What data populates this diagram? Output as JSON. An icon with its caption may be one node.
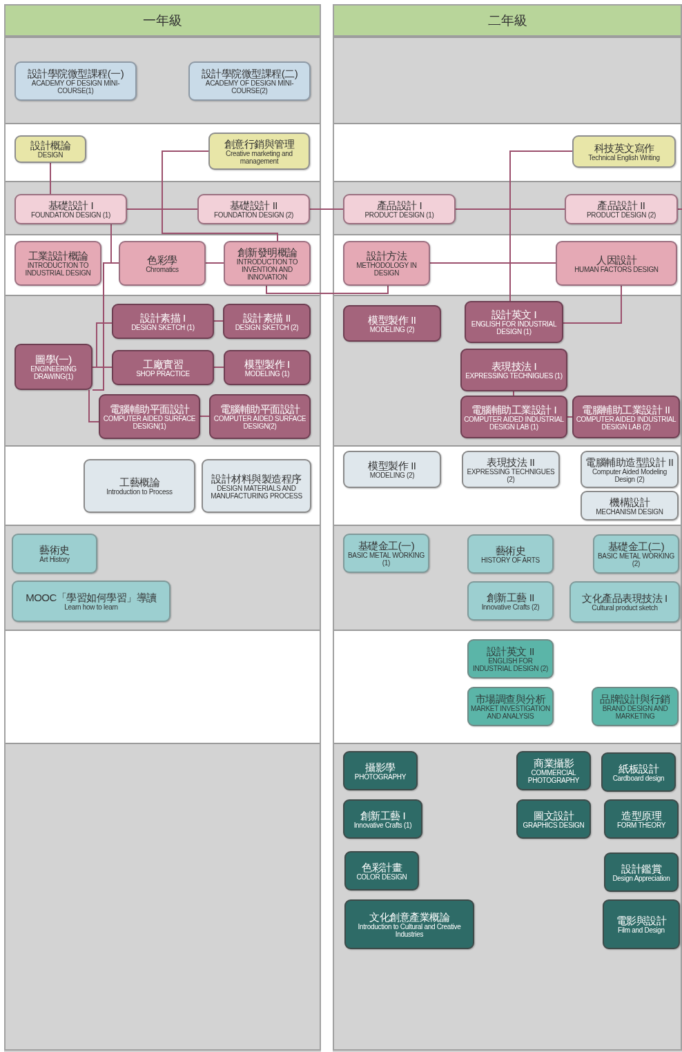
{
  "diagram": {
    "nodes": [
      {
        "text": [
          "一年級"
        ]
      },
      {
        "text": [
          "二年級"
        ]
      },
      {
        "text": [
          "設計學院微型課程(一)",
          "ACADEMY OF DESIGN MINI-COURSE(1)"
        ]
      },
      {
        "text": [
          "設計學院微型課程(二)",
          "ACADEMY OF DESIGN MINI-COURSE(2)"
        ]
      },
      {
        "text": [
          "設計概論",
          "DESIGN"
        ]
      },
      {
        "text": [
          "創意行銷與管理",
          "Creative marketing and management"
        ]
      },
      {
        "text": [
          "科技英文寫作",
          "Technical English Writing"
        ]
      },
      {
        "text": [
          "基礎設計 I",
          "FOUNDATION DESIGN (1)"
        ]
      },
      {
        "text": [
          "基礎設計 II",
          "FOUNDATION DESIGN (2)"
        ]
      },
      {
        "text": [
          "產品設計 I",
          "PRODUCT DESIGN (1)"
        ]
      },
      {
        "text": [
          "產品設計 II",
          "PRODUCT DESIGN (2)"
        ]
      },
      {
        "text": [
          "工業設計概論",
          "INTRODUCTION TO INDUSTRIAL DESIGN"
        ]
      },
      {
        "text": [
          "色彩學",
          "Chromatics"
        ]
      },
      {
        "text": [
          "創新發明概論",
          "INTRODUCTION TO INVENTION AND INNOVATION"
        ]
      },
      {
        "text": [
          "設計方法",
          "METHODOLOGY IN DESIGN"
        ]
      },
      {
        "text": [
          "人因設計",
          "HUMAN FACTORS DESIGN"
        ]
      },
      {
        "text": [
          "設計素描 I",
          "DESIGN SKETCH (1)"
        ]
      },
      {
        "text": [
          "設計素描 II",
          "DESIGN SKETCH (2)"
        ]
      },
      {
        "text": [
          "圖學(一)",
          "ENGINEERING DRAWING(1)"
        ]
      },
      {
        "text": [
          "工廠實習",
          "SHOP PRACTICE"
        ]
      },
      {
        "text": [
          "模型製作 I",
          "MODELING (1)"
        ]
      },
      {
        "text": [
          "電腦輔助平面設計",
          "COMPUTER AIDED SURFACE DESIGN(1)"
        ]
      },
      {
        "text": [
          "電腦輔助平面設計",
          "COMPUTER AIDED SURFACE DESIGN(2)"
        ]
      },
      {
        "text": [
          "模型製作 II",
          "MODELING (2)"
        ]
      },
      {
        "text": [
          "設計英文 I",
          "ENGLISH FOR INDUSTRIAL DESIGN (1)"
        ]
      },
      {
        "text": [
          "表現技法 I",
          "EXPRESSING TECHNIGUES (1)"
        ]
      },
      {
        "text": [
          "電腦輔助工業設計 I",
          "COMPUTER AIDED INDUSTRIAL DESIGN LAB (1)"
        ]
      },
      {
        "text": [
          "電腦輔助工業設計 II",
          "COMPUTER AIDED INDUSTRIAL DESIGN LAB (2)"
        ]
      },
      {
        "text": [
          "工藝概論",
          "Introduction to Process"
        ]
      },
      {
        "text": [
          "設計材料與製造程序",
          "DESIGN MATERIALS AND MANUFACTURING PROCESS"
        ]
      },
      {
        "text": [
          "模型製作 II",
          "MODELING (2)"
        ]
      },
      {
        "text": [
          "表現技法 II",
          "EXPRESSING TECHNIGUES (2)"
        ]
      },
      {
        "text": [
          "電腦輔助造型設計 II",
          "Computer Aided Modeling Design (2)"
        ]
      },
      {
        "text": [
          "機構設計",
          "MECHANISM DESIGN"
        ]
      },
      {
        "text": [
          "藝術史",
          "Art History"
        ]
      },
      {
        "text": [
          "MOOC「學習如何學習」導讀",
          "Learn how to learn"
        ]
      },
      {
        "text": [
          "基礎金工(一)",
          "BASIC METAL WORKING (1)"
        ]
      },
      {
        "text": [
          "藝術史",
          "HISTORY OF ARTS"
        ]
      },
      {
        "text": [
          "基礎金工(二)",
          "BASIC METAL WORKING (2)"
        ]
      },
      {
        "text": [
          "創新工藝 II",
          "Innovative Crafts (2)"
        ]
      },
      {
        "text": [
          "文化產品表現技法 I",
          "Cultural product sketch"
        ]
      },
      {
        "text": [
          "設計英文 II",
          "ENGLISH FOR INDUSTRIAL DESIGN (2)"
        ]
      },
      {
        "text": [
          "市場調查與分析",
          "MARKET INVESTIGATION AND ANALYSIS"
        ]
      },
      {
        "text": [
          "品牌設計與行銷",
          "BRAND DESIGN AND MARKETING"
        ]
      },
      {
        "text": [
          "攝影學",
          "PHOTOGRAPHY"
        ]
      },
      {
        "text": [
          "商業攝影",
          "COMMERCIAL PHOTOGRAPHY"
        ]
      },
      {
        "text": [
          "紙板設計",
          "Cardboard design"
        ]
      },
      {
        "text": [
          "創新工藝 I",
          "Innovative Crafts (1)"
        ]
      },
      {
        "text": [
          "圖文設計",
          "GRAPHICS DESIGN"
        ]
      },
      {
        "text": [
          "造型原理",
          "FORM THEORY"
        ]
      },
      {
        "text": [
          "色彩計畫",
          "COLOR DESIGN"
        ]
      },
      {
        "text": [
          "設計鑑賞",
          "Design Appreciation"
        ]
      },
      {
        "text": [
          "文化創意產業概論",
          "Introduction to Cultural and Creative Industries"
        ]
      },
      {
        "text": [
          "電影與設計",
          "Film and Design"
        ]
      }
    ],
    "edges": [
      {
        "from": 4,
        "to": 7,
        "arrow": "none"
      },
      {
        "from": 7,
        "to": 8,
        "arrow": "none"
      },
      {
        "from": 8,
        "to": 9,
        "arrow": "none"
      },
      {
        "from": 9,
        "to": 10,
        "arrow": "none"
      },
      {
        "from": 10,
        "to": null,
        "arrow": "none"
      },
      {
        "from": 5,
        "to": 13,
        "arrow": "none"
      },
      {
        "from": 7,
        "to": 12,
        "arrow": "none"
      },
      {
        "from": 12,
        "to": 13,
        "arrow": "none"
      },
      {
        "from": 13,
        "to": 14,
        "arrow": "none"
      },
      {
        "from": 14,
        "to": 15,
        "arrow": "none"
      },
      {
        "from": 15,
        "to": 24,
        "arrow": "none"
      },
      {
        "from": 6,
        "to": 24,
        "arrow": "none"
      },
      {
        "from": 7,
        "to": 18,
        "arrow": "none"
      },
      {
        "from": 18,
        "to": 16,
        "arrow": "none"
      },
      {
        "from": 18,
        "to": 19,
        "arrow": "none"
      },
      {
        "from": 18,
        "to": 21,
        "arrow": "none"
      },
      {
        "from": 16,
        "to": 17,
        "arrow": "none"
      },
      {
        "from": 19,
        "to": 20,
        "arrow": "none"
      },
      {
        "from": 21,
        "to": 22,
        "arrow": "none"
      },
      {
        "from": 25,
        "to": 26,
        "arrow": "none"
      },
      {
        "from": 26,
        "to": 27,
        "arrow": "none"
      }
    ]
  }
}
